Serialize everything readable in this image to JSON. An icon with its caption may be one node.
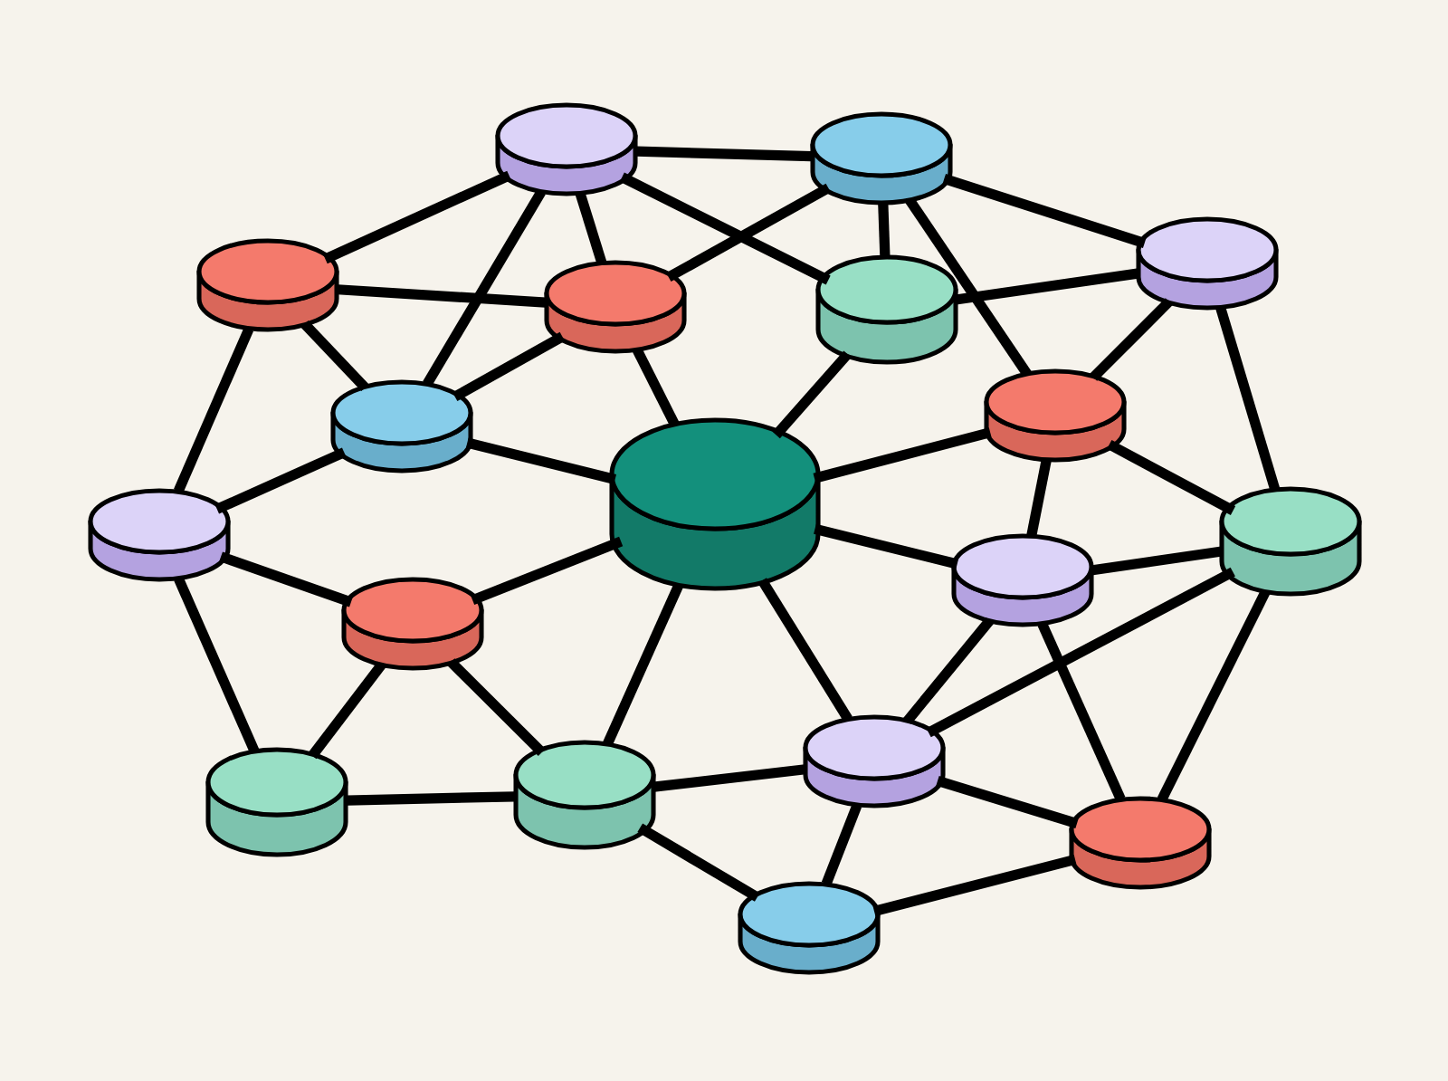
{
  "diagram": {
    "nodes": [
      {
        "text": [],
        "shape": "cylinder"
      },
      {
        "text": [],
        "shape": "cylinder"
      },
      {
        "text": [],
        "shape": "cylinder"
      },
      {
        "text": [],
        "shape": "cylinder"
      },
      {
        "text": [],
        "shape": "cylinder"
      },
      {
        "text": [],
        "shape": "cylinder"
      },
      {
        "text": [],
        "shape": "cylinder"
      },
      {
        "text": [],
        "shape": "cylinder"
      },
      {
        "text": [],
        "shape": "cylinder"
      },
      {
        "text": [],
        "shape": "cylinder"
      },
      {
        "text": [],
        "shape": "cylinder"
      },
      {
        "text": [],
        "shape": "cylinder"
      },
      {
        "text": [],
        "shape": "cylinder"
      },
      {
        "text": [],
        "shape": "cylinder"
      },
      {
        "text": [],
        "shape": "cylinder"
      },
      {
        "text": [],
        "shape": "cylinder"
      },
      {
        "text": [],
        "shape": "cylinder"
      },
      {
        "text": [],
        "shape": "cylinder"
      }
    ],
    "edges": [
      {
        "from": 0,
        "to": 1,
        "arrow": "none"
      },
      {
        "from": 0,
        "to": 2,
        "arrow": "none"
      },
      {
        "from": 0,
        "to": 6,
        "arrow": "none"
      },
      {
        "from": 0,
        "to": 3,
        "arrow": "none"
      },
      {
        "from": 0,
        "to": 4,
        "arrow": "none"
      },
      {
        "from": 1,
        "to": 3,
        "arrow": "none"
      },
      {
        "from": 1,
        "to": 4,
        "arrow": "none"
      },
      {
        "from": 1,
        "to": 5,
        "arrow": "none"
      },
      {
        "from": 1,
        "to": 7,
        "arrow": "none"
      },
      {
        "from": 2,
        "to": 3,
        "arrow": "none"
      },
      {
        "from": 2,
        "to": 9,
        "arrow": "none"
      },
      {
        "from": 2,
        "to": 6,
        "arrow": "none"
      },
      {
        "from": 3,
        "to": 6,
        "arrow": "none"
      },
      {
        "from": 3,
        "to": 8,
        "arrow": "none"
      },
      {
        "from": 4,
        "to": 8,
        "arrow": "none"
      },
      {
        "from": 4,
        "to": 5,
        "arrow": "none"
      },
      {
        "from": 5,
        "to": 7,
        "arrow": "none"
      },
      {
        "from": 5,
        "to": 10,
        "arrow": "none"
      },
      {
        "from": 6,
        "to": 9,
        "arrow": "none"
      },
      {
        "from": 6,
        "to": 8,
        "arrow": "none"
      },
      {
        "from": 7,
        "to": 8,
        "arrow": "none"
      },
      {
        "from": 7,
        "to": 11,
        "arrow": "none"
      },
      {
        "from": 7,
        "to": 10,
        "arrow": "none"
      },
      {
        "from": 8,
        "to": 12,
        "arrow": "none"
      },
      {
        "from": 8,
        "to": 11,
        "arrow": "none"
      },
      {
        "from": 8,
        "to": 14,
        "arrow": "none"
      },
      {
        "from": 8,
        "to": 15,
        "arrow": "none"
      },
      {
        "from": 9,
        "to": 12,
        "arrow": "none"
      },
      {
        "from": 9,
        "to": 13,
        "arrow": "none"
      },
      {
        "from": 10,
        "to": 11,
        "arrow": "none"
      },
      {
        "from": 10,
        "to": 15,
        "arrow": "none"
      },
      {
        "from": 10,
        "to": 16,
        "arrow": "none"
      },
      {
        "from": 11,
        "to": 15,
        "arrow": "none"
      },
      {
        "from": 11,
        "to": 16,
        "arrow": "none"
      },
      {
        "from": 12,
        "to": 13,
        "arrow": "none"
      },
      {
        "from": 12,
        "to": 14,
        "arrow": "none"
      },
      {
        "from": 13,
        "to": 14,
        "arrow": "none"
      },
      {
        "from": 14,
        "to": 15,
        "arrow": "none"
      },
      {
        "from": 14,
        "to": 17,
        "arrow": "none"
      },
      {
        "from": 15,
        "to": 16,
        "arrow": "none"
      },
      {
        "from": 15,
        "to": 17,
        "arrow": "none"
      },
      {
        "from": 16,
        "to": 17,
        "arrow": "none"
      }
    ]
  }
}
